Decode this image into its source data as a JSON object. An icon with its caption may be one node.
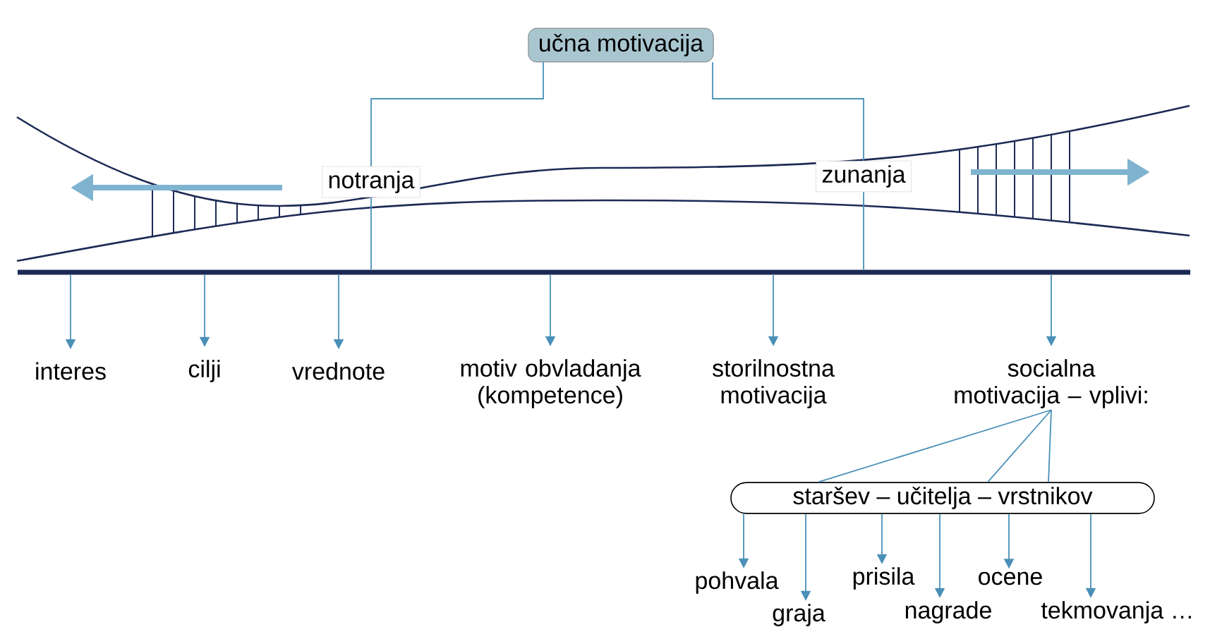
{
  "diagram": {
    "nodes": [
      {
        "text": [
          "učna motivacija"
        ]
      },
      {
        "text": [
          "notranja"
        ]
      },
      {
        "text": [
          "zunanja"
        ]
      },
      {
        "text": [],
        "shape": "bar"
      },
      {
        "text": [
          "interes"
        ]
      },
      {
        "text": [
          "cilji"
        ]
      },
      {
        "text": [
          "vrednote"
        ]
      },
      {
        "text": [
          "motiv obvladanja (kompetence)"
        ]
      },
      {
        "text": [
          "storilnostna motivacija"
        ]
      },
      {
        "text": [
          "socialna motivacija – vplivi:"
        ]
      },
      {
        "text": [
          "staršev – učitelja – vrstnikov"
        ]
      },
      {
        "text": [
          "pohvala"
        ]
      },
      {
        "text": [
          "graja"
        ]
      },
      {
        "text": [
          "prisila"
        ]
      },
      {
        "text": [
          "nagrade"
        ]
      },
      {
        "text": [
          "ocene"
        ]
      },
      {
        "text": [
          "tekmovanja …"
        ]
      }
    ],
    "edges": [
      {
        "from": 0,
        "to": 1,
        "arrow": "none"
      },
      {
        "from": 0,
        "to": 2,
        "arrow": "none"
      },
      {
        "from": 1,
        "to": 3,
        "arrow": "none"
      },
      {
        "from": 2,
        "to": 3,
        "arrow": "none"
      },
      {
        "from": 3,
        "to": 4,
        "arrow": "to"
      },
      {
        "from": 3,
        "to": 5,
        "arrow": "to"
      },
      {
        "from": 3,
        "to": 6,
        "arrow": "to"
      },
      {
        "from": 3,
        "to": 7,
        "arrow": "to"
      },
      {
        "from": 3,
        "to": 8,
        "arrow": "to"
      },
      {
        "from": 3,
        "to": 9,
        "arrow": "to"
      },
      {
        "from": 9,
        "to": 10,
        "arrow": "none"
      },
      {
        "from": 9,
        "to": 10,
        "arrow": "none"
      },
      {
        "from": 9,
        "to": 10,
        "arrow": "none"
      },
      {
        "from": 10,
        "to": 11,
        "arrow": "to"
      },
      {
        "from": 10,
        "to": 12,
        "arrow": "to"
      },
      {
        "from": 10,
        "to": 13,
        "arrow": "to"
      },
      {
        "from": 10,
        "to": 14,
        "arrow": "to"
      },
      {
        "from": 10,
        "to": 15,
        "arrow": "to"
      },
      {
        "from": 10,
        "to": 16,
        "arrow": "to"
      }
    ]
  }
}
